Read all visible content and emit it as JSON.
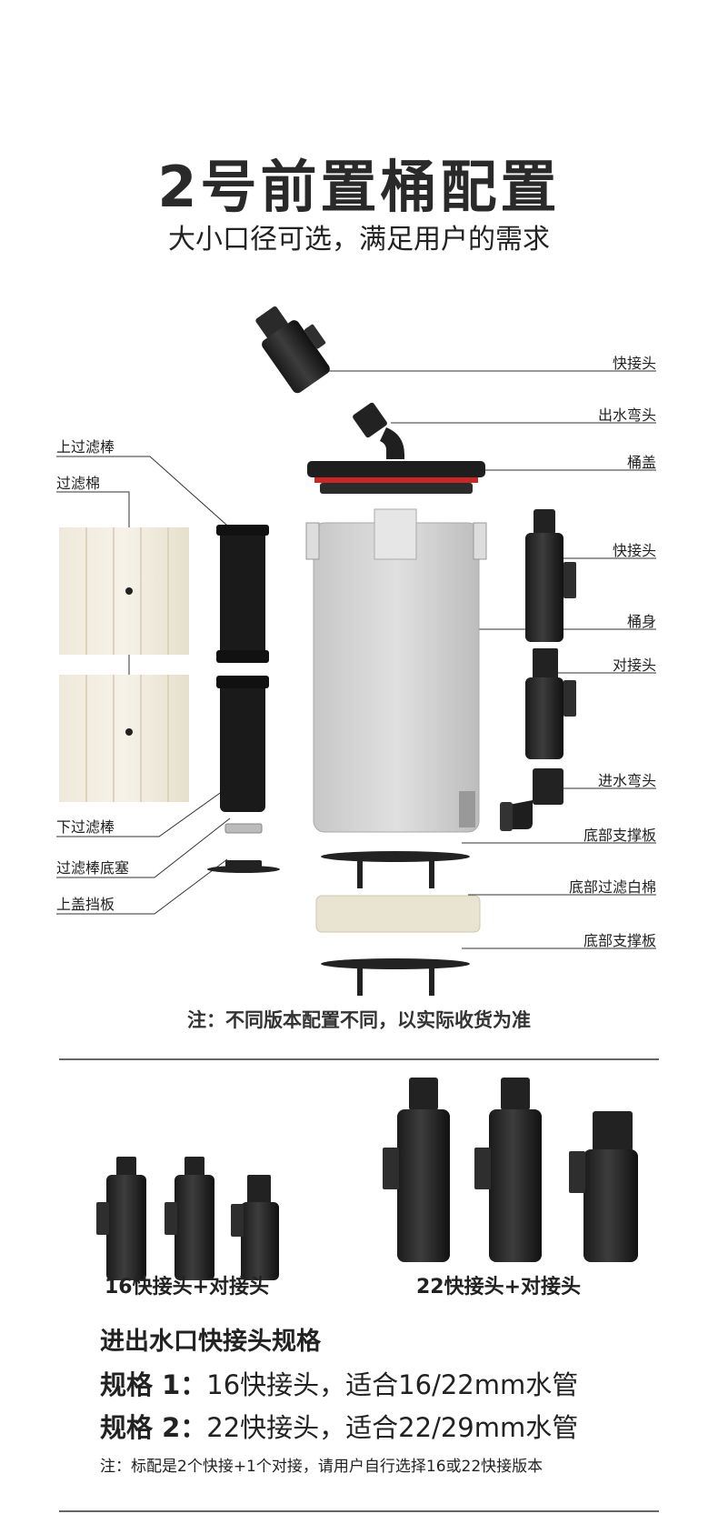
{
  "header": {
    "title": "2号前置桶配置",
    "subtitle": "大小口径可选，满足用户的需求"
  },
  "labels_right": [
    "快接头",
    "出水弯头",
    "桶盖",
    "快接头",
    "桶身",
    "对接头",
    "进水弯头",
    "底部支撑板",
    "底部过滤白棉",
    "底部支撑板"
  ],
  "labels_left": [
    "上过滤棒",
    "过滤棉",
    "下过滤棒",
    "过滤棒底塞",
    "上盖挡板"
  ],
  "note": "注：不同版本配置不同，以实际收货为准",
  "variants": [
    {
      "caption": "16快接头+对接头"
    },
    {
      "caption": "22快接头+对接头"
    }
  ],
  "specs": {
    "heading": "进出水口快接头规格",
    "items": [
      {
        "label": "规格 1：",
        "text": "16快接头，适合16/22mm水管"
      },
      {
        "label": "规格 2：",
        "text": "22快接头，适合22/29mm水管"
      }
    ],
    "footnote": "注：标配是2个快接+1个对接，请用户自行选择16或22快接版本"
  }
}
